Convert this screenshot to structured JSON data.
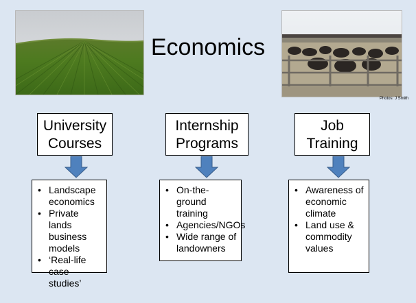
{
  "title": "Economics",
  "photo_credit": "Photos: J Smith",
  "columns": [
    {
      "heading": [
        "University",
        "Courses"
      ],
      "items": [
        "Landscape economics",
        "Private lands business models",
        "‘Real-life case studies’"
      ]
    },
    {
      "heading": [
        "Internship",
        "Programs"
      ],
      "items": [
        "On-the-ground training",
        "Agencies/NGOs",
        "Wide range of landowners"
      ]
    },
    {
      "heading": [
        "Job",
        "Training"
      ],
      "items": [
        "Awareness of economic climate",
        "Land use & commodity values"
      ]
    }
  ],
  "colors": {
    "background": "#dce6f2",
    "arrow": "#4f81bd",
    "arrow_border": "#385d8a"
  }
}
